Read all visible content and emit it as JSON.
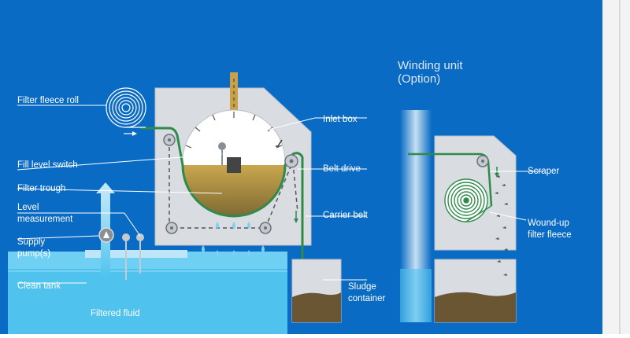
{
  "labels": {
    "filter_fleece_roll": "Filter fleece roll",
    "inlet_box": "Inlet box",
    "fill_level_switch": "Fill level switch",
    "belt_drive": "Belt drive",
    "filter_trough": "Filter trough",
    "level_measurement_1": "Level",
    "level_measurement_2": "measurement",
    "carrier_belt": "Carrier belt",
    "supply_pumps_1": "Supply",
    "supply_pumps_2": "pump(s)",
    "clean_tank": "Clean tank",
    "filtered_fluid": "Filtered fluid",
    "sludge_container_1": "Sludge",
    "sludge_container_2": "container",
    "winding_unit_1": "Winding unit",
    "winding_unit_2": "(Option)",
    "scraper": "Scraper",
    "wound_up_1": "Wound-up",
    "wound_up_2": "filter fleece"
  },
  "colors": {
    "background": "#0a6bc4",
    "housing": "#d9dde2",
    "housing_border": "#b9bfc6",
    "tank_water": "#4fc3ee",
    "sludge": "#6b5633",
    "belt": "#2e8b4a",
    "fluid": "#a5893f",
    "drop": "#7fd0f2",
    "inlet_pipe": "#c8a24a",
    "white": "#ffffff"
  },
  "icons": [
    "filter-fleece-roll-icon",
    "wound-fleece-roll-icon",
    "pump-icon",
    "level-sensor-icon",
    "pulley-icon",
    "water-drop-icon",
    "flow-arrow-icon"
  ]
}
